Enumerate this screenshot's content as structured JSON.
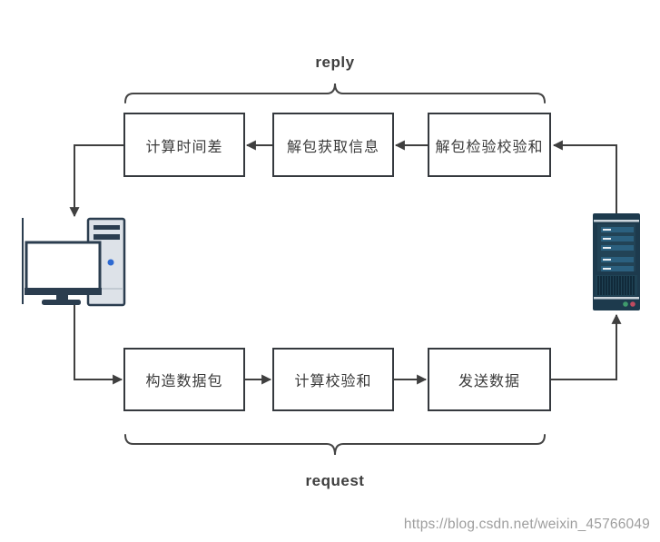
{
  "diagram": {
    "brace_labels": {
      "reply": "reply",
      "request": "request"
    },
    "reply_steps": [
      "计算时间差",
      "解包获取信息",
      "解包检验校验和"
    ],
    "request_steps": [
      "构造数据包",
      "计算校验和",
      "发送数据"
    ],
    "icons": {
      "client": "desktop-computer-icon",
      "server": "server-tower-icon"
    },
    "watermark": "https://blog.csdn.net/weixin_45766049",
    "colors": {
      "connector_line": "#3f3f3f",
      "box_border": "#35393e",
      "box_text": "#3a3a3a",
      "icon_navy": "#2b3d4f",
      "server_body": "#1d3a4d",
      "server_bar": "#2b607f",
      "accent_blue": "#2e6ad1",
      "led_green": "#3f9a6c",
      "led_red": "#c04b60",
      "brace": "#454545",
      "watermark_gray": "#9e9e9e"
    }
  }
}
